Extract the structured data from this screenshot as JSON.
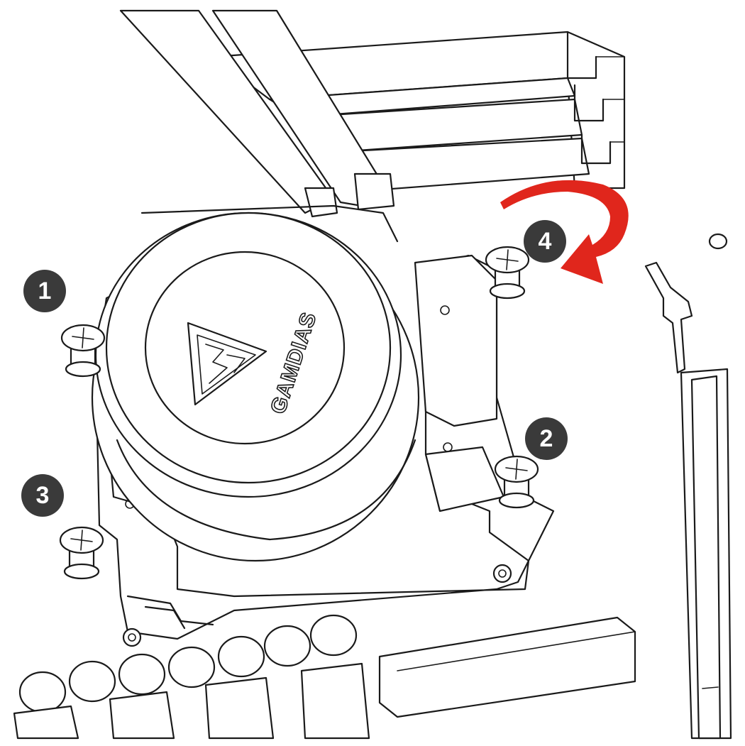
{
  "diagram": {
    "brand_text": "GAMDIAS",
    "steps": [
      {
        "label": "1"
      },
      {
        "label": "2"
      },
      {
        "label": "3"
      },
      {
        "label": "4"
      }
    ],
    "colors": {
      "line": "#1a1a1a",
      "badge": "#3a3a3a",
      "arrow": "#e0261c"
    }
  }
}
